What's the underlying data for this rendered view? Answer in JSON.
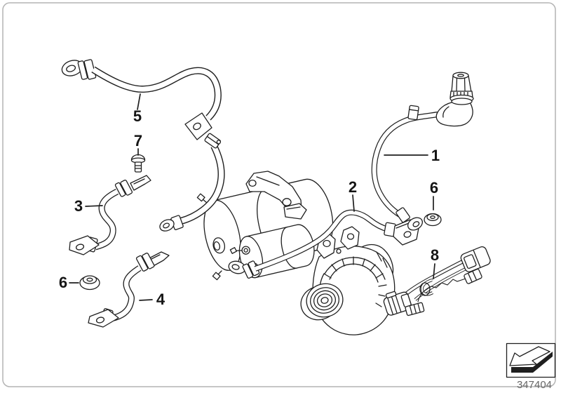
{
  "diagram": {
    "background_color": "#ffffff",
    "border_color": "#b4b4b4",
    "line_color": "#1f1f1f",
    "callouts": {
      "n1": "1",
      "n2": "2",
      "n3": "3",
      "n4": "4",
      "n5": "5",
      "n6_left": "6",
      "n6_right": "6",
      "n7": "7",
      "n8": "8"
    }
  },
  "footer": {
    "part_number": "347404",
    "stamp_icon": "arrow-stamp-icon"
  }
}
